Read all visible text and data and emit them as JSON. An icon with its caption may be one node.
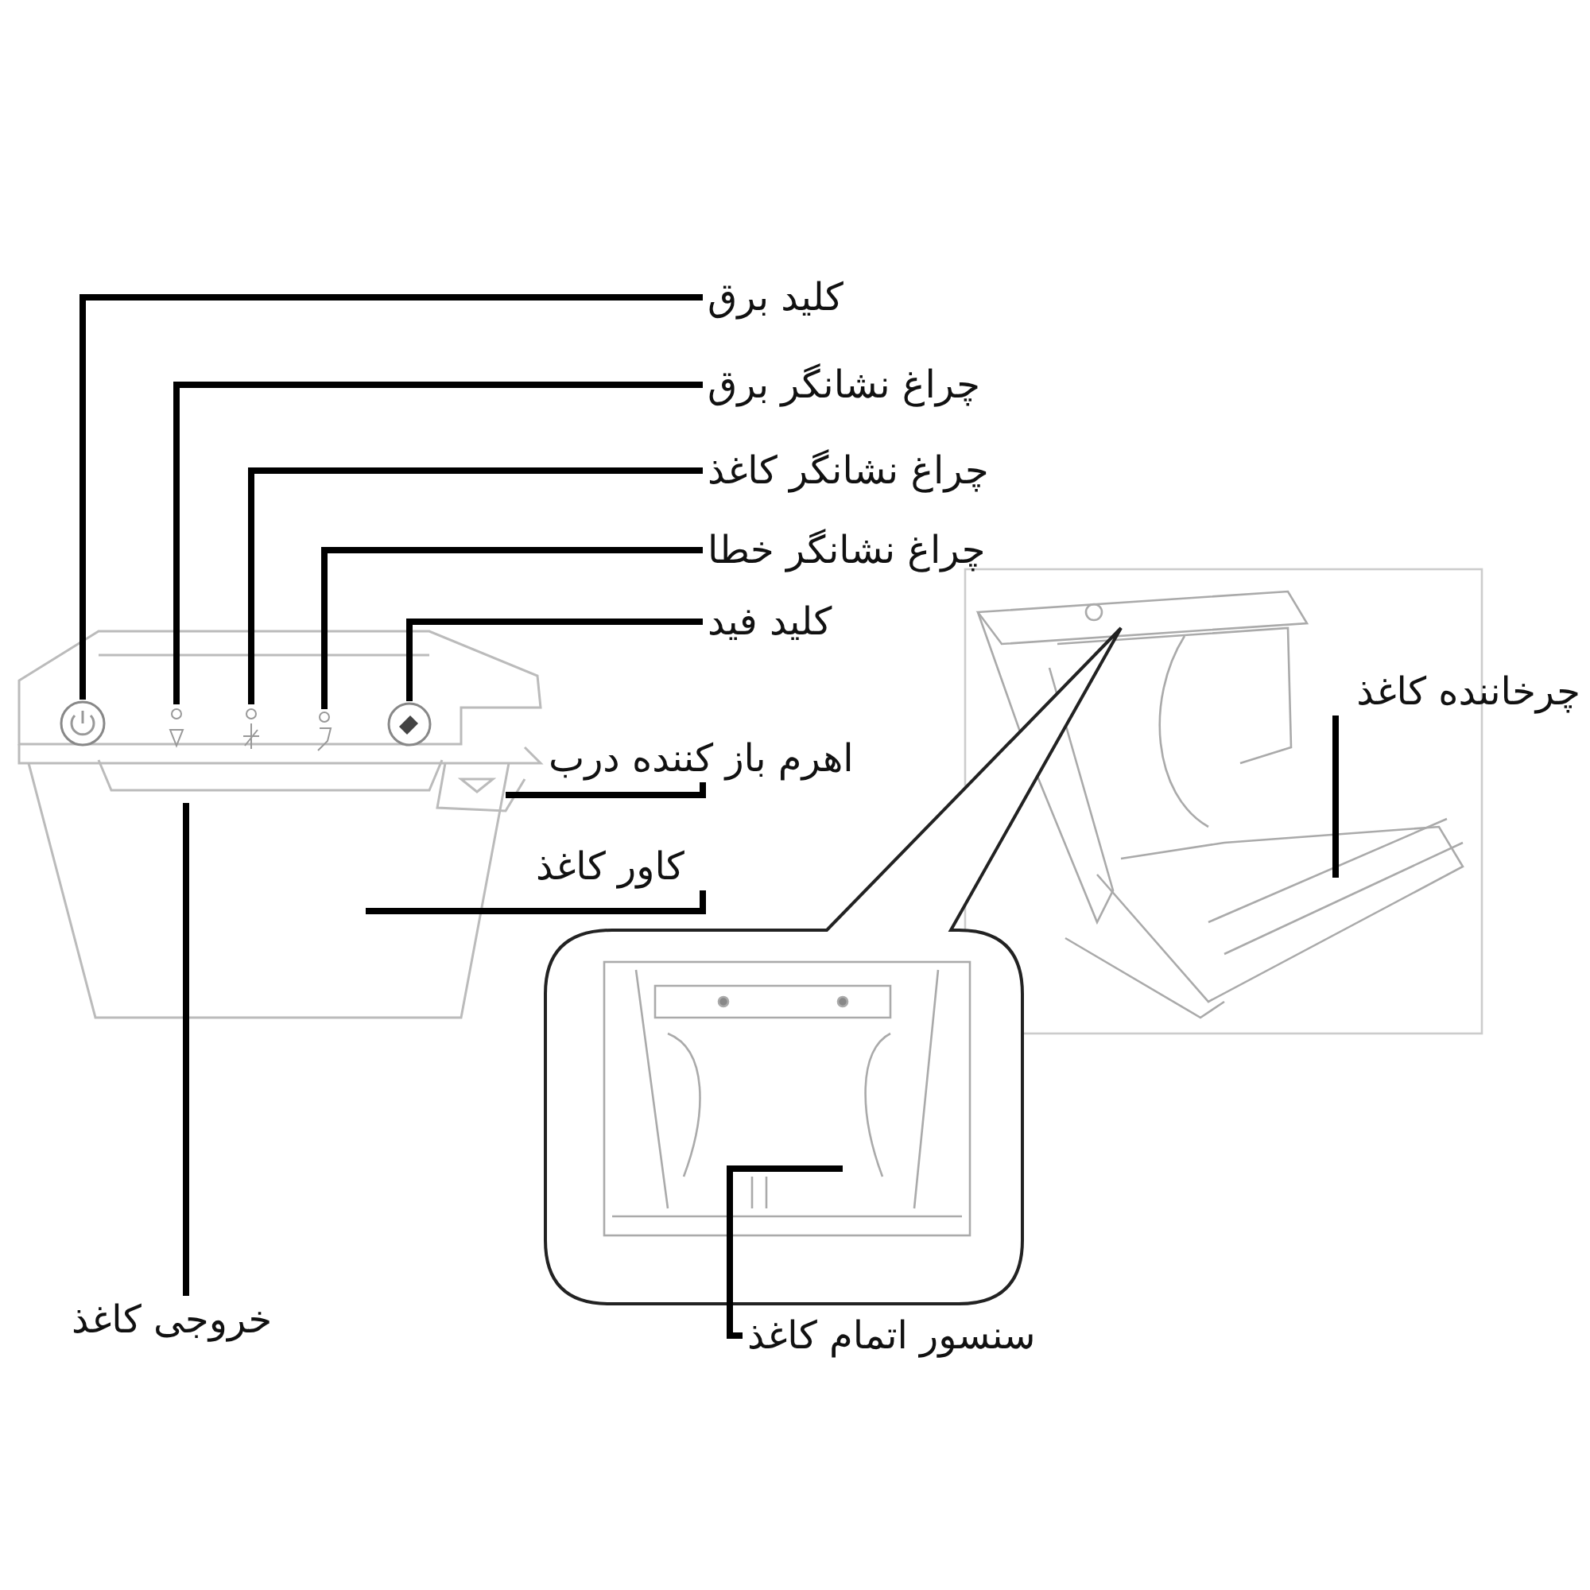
{
  "diagram": {
    "nodes": [
      {
        "text": [
          "کلید برق"
        ]
      },
      {
        "text": [],
        "shape": "circle"
      },
      {
        "text": [
          "چراغ نشانگر برق"
        ]
      },
      {
        "text": [],
        "shape": "picture"
      },
      {
        "text": [
          "چراغ نشانگر کاغذ"
        ]
      },
      {
        "text": [],
        "shape": "picture"
      },
      {
        "text": [
          "چراغ نشانگر خطا"
        ]
      },
      {
        "text": [],
        "shape": "picture"
      },
      {
        "text": [
          "کلید فید"
        ]
      },
      {
        "text": [],
        "shape": "circle"
      },
      {
        "text": [
          "اهرم باز کننده درب"
        ]
      },
      {
        "text": [
          "کاور کاغذ"
        ]
      },
      {
        "text": [
          "چرخاننده کاغذ"
        ]
      },
      {
        "text": [
          "خروجی کاغذ"
        ]
      },
      {
        "text": [
          "سنسور اتمام کاغذ"
        ]
      }
    ],
    "edges": [
      {
        "from": 0,
        "to": 1,
        "arrow": "none"
      },
      {
        "from": 2,
        "to": 3,
        "arrow": "none"
      },
      {
        "from": 4,
        "to": 5,
        "arrow": "none"
      },
      {
        "from": 6,
        "to": 7,
        "arrow": "none"
      },
      {
        "from": 8,
        "to": 9,
        "arrow": "none"
      },
      {
        "from": 10,
        "to": null,
        "arrow": "none"
      },
      {
        "from": 11,
        "to": null,
        "arrow": "none"
      },
      {
        "from": 12,
        "to": null,
        "arrow": "none"
      },
      {
        "from": 13,
        "to": null,
        "arrow": "none"
      },
      {
        "from": 14,
        "to": null,
        "arrow": "none"
      }
    ]
  }
}
